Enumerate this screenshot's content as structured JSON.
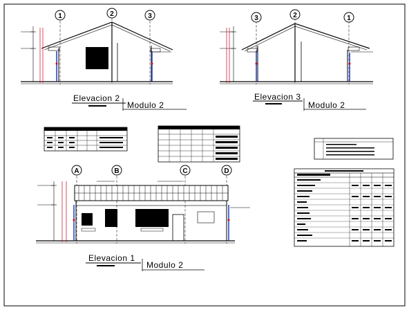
{
  "drawing": {
    "elevation_1": {
      "title": "Elevacion 1",
      "module": "Modulo 2",
      "axes": [
        "A",
        "B",
        "C",
        "D"
      ]
    },
    "elevation_2": {
      "title": "Elevacion 2",
      "module": "Modulo 2",
      "axes": [
        "1",
        "2",
        "3"
      ]
    },
    "elevation_3": {
      "title": "Elevacion 3",
      "module": "Modulo 2",
      "axes": [
        "3",
        "2",
        "1"
      ]
    }
  },
  "colors": {
    "line": "#000000",
    "accent_red": "#d0021b",
    "accent_blue": "#1f3fbf",
    "window_fill": "#000000"
  }
}
